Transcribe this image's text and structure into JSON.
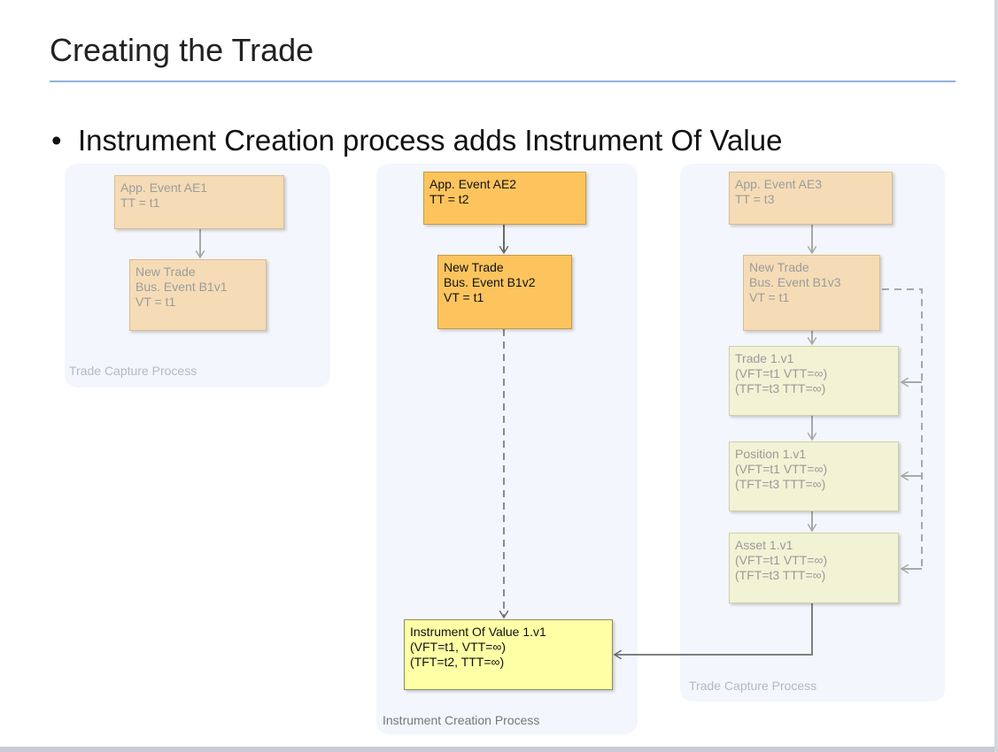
{
  "slide": {
    "title": "Creating the Trade",
    "bullet": "Instrument Creation process adds Instrument Of Value"
  },
  "panels": {
    "left_label": "Trade Capture Process",
    "middle_label": "Instrument Creation Process",
    "right_label": "Trade Capture Process"
  },
  "nodes": {
    "ae1": "App. Event AE1\nTT = t1",
    "b1v1": "New Trade\nBus. Event B1v1\nVT = t1",
    "ae2": "App. Event AE2\nTT = t2",
    "b1v2": "New Trade\nBus. Event B1v2\nVT = t1",
    "iov": "Instrument Of Value 1.v1\n(VFT=t1, VTT=∞)\n(TFT=t2, TTT=∞)",
    "ae3": "App. Event AE3\nTT = t3",
    "b1v3": "New Trade\nBus. Event B1v3\nVT = t1",
    "trade": "Trade 1.v1\n(VFT=t1 VTT=∞)\n(TFT=t3 TTT=∞)",
    "position": "Position 1.v1\n(VFT=t1 VTT=∞)\n(TFT=t3 TTT=∞)",
    "asset": "Asset 1.v1\n(VFT=t1 VTT=∞)\n(TFT=t3 TTT=∞)"
  }
}
